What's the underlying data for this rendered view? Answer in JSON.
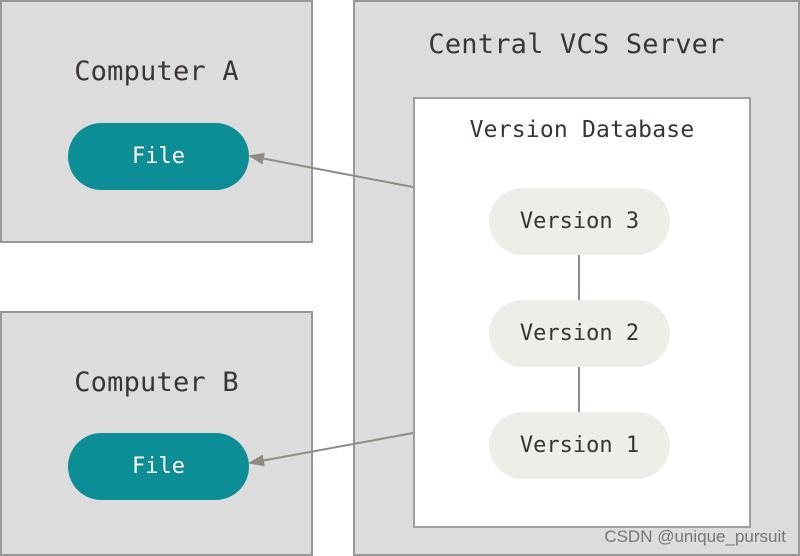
{
  "diagram": {
    "computer_a": {
      "title": "Computer A",
      "file_label": "File"
    },
    "computer_b": {
      "title": "Computer B",
      "file_label": "File"
    },
    "server": {
      "title": "Central VCS Server",
      "database": {
        "title": "Version Database",
        "versions": [
          "Version 3",
          "Version 2",
          "Version 1"
        ]
      }
    }
  },
  "watermark": "CSDN @unique_pursuit",
  "colors": {
    "box_fill": "#dcdcdc",
    "file_fill": "#0d8d96",
    "version_fill": "#efede8",
    "arrow": "#908a82"
  }
}
